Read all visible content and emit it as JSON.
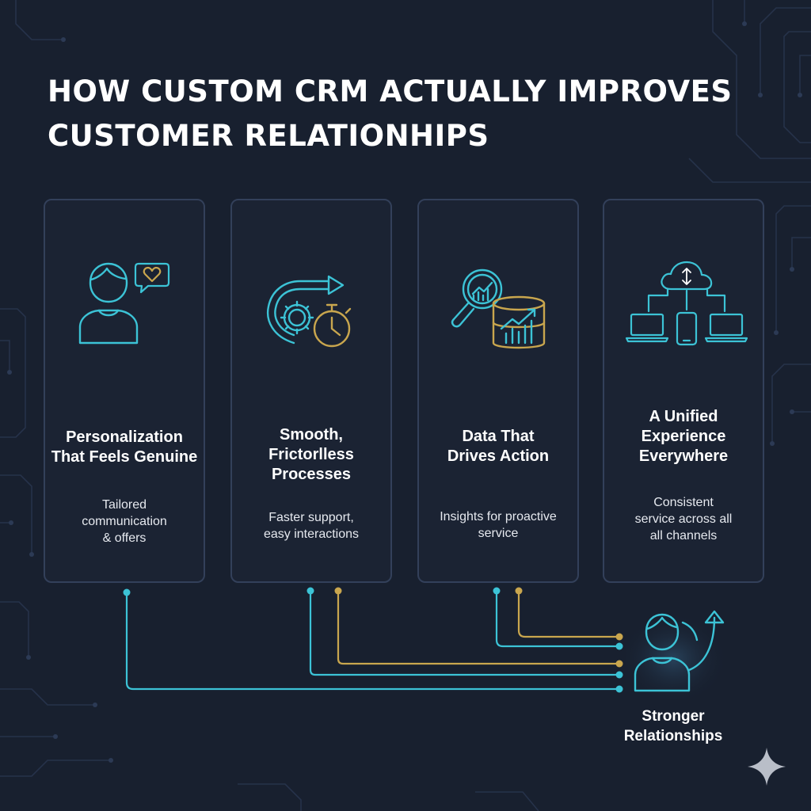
{
  "title": {
    "line1": "HOW CUSTOM CRM ACTUALLY IMPROVES",
    "line2": "CUSTOMER RELATIONHIPS"
  },
  "colors": {
    "background": "#18202f",
    "card_border": "#33405a",
    "teal": "#3cc3d6",
    "gold": "#c9a64e",
    "text": "#ffffff"
  },
  "cards": [
    {
      "icon": "person-chat-heart-icon",
      "title": [
        "Personalization",
        "That Feels Genuine"
      ],
      "desc": [
        "Tailored",
        "communication",
        "& offers"
      ]
    },
    {
      "icon": "gear-stopwatch-arrow-icon",
      "title": [
        "Smooth,",
        "Frictorlless",
        "Processes"
      ],
      "desc": [
        "Faster support,",
        "easy interactions"
      ]
    },
    {
      "icon": "magnifier-database-chart-icon",
      "title": [
        "Data That",
        "Drives Action"
      ],
      "desc": [
        "Insights for proactive",
        "service"
      ]
    },
    {
      "icon": "cloud-devices-icon",
      "title": [
        "A Unified",
        "Experience",
        "Everywhere"
      ],
      "desc": [
        "Consistent",
        "service across all",
        "all channels"
      ]
    }
  ],
  "outcome": {
    "icon": "person-growth-arrow-icon",
    "label": [
      "Stronger",
      "Relationships"
    ]
  }
}
